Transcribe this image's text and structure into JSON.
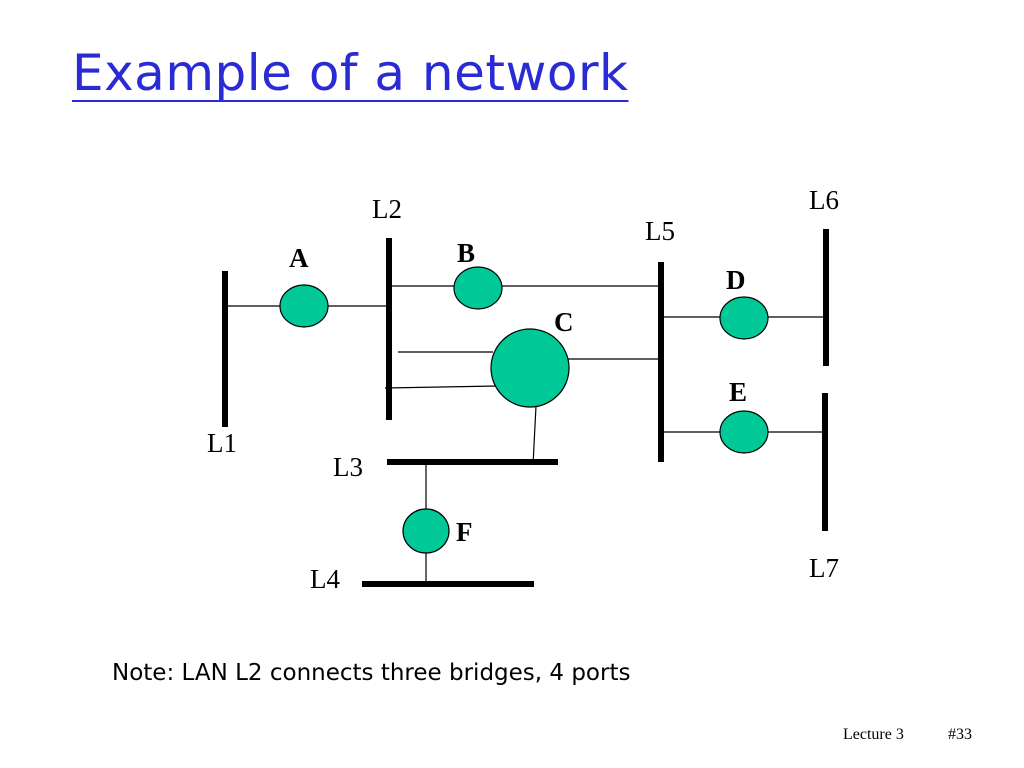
{
  "slide": {
    "title": "Example of a network",
    "note": "Note: LAN L2 connects three bridges, 4 ports",
    "footer_lecture": "Lecture 3",
    "footer_page": "#33"
  },
  "diagram": {
    "lans": [
      "L1",
      "L2",
      "L3",
      "L4",
      "L5",
      "L6",
      "L7"
    ],
    "bridges": [
      "A",
      "B",
      "C",
      "D",
      "E",
      "F"
    ],
    "connections": [
      {
        "bridge": "A",
        "lans": [
          "L1",
          "L2"
        ]
      },
      {
        "bridge": "B",
        "lans": [
          "L2",
          "L5"
        ]
      },
      {
        "bridge": "C",
        "lans": [
          "L2",
          "L2",
          "L5",
          "L3"
        ]
      },
      {
        "bridge": "D",
        "lans": [
          "L5",
          "L6"
        ]
      },
      {
        "bridge": "E",
        "lans": [
          "L5",
          "L7"
        ]
      },
      {
        "bridge": "F",
        "lans": [
          "L3",
          "L4"
        ]
      }
    ],
    "colors": {
      "title": "#2b2bd6",
      "bridge_fill": "#00c896",
      "lan": "#000000"
    }
  }
}
